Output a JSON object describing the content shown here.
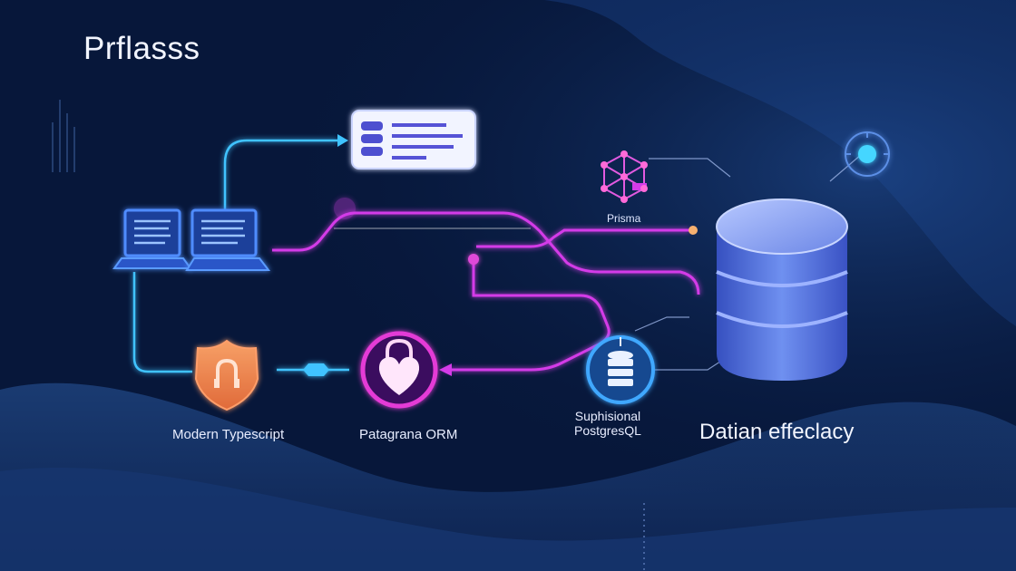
{
  "title": "Prflasss",
  "labels": {
    "modern_typescript": "Modern Typescript",
    "patagrana_orm": "Patagrana ORM",
    "suphisional_line1": "Suphisional",
    "suphisional_line2": "PostgresQL",
    "datian": "Datian effeclacy",
    "prisma": "Prisma"
  },
  "icons": {
    "laptop_left": "laptop-icon",
    "laptop_right": "laptop-icon",
    "server_card": "database-card-icon",
    "shield": "shield-lock-icon",
    "heart_lock": "heart-lock-icon",
    "prisma_hex": "prisma-hex-icon",
    "small_db": "database-icon",
    "large_db": "database-cylinder-icon",
    "target": "target-icon"
  },
  "colors": {
    "background": "#07173a",
    "cyan_line": "#3fc3ff",
    "magenta_line": "#d43be8",
    "db_blue": "#4a6bd8",
    "shield_orange": "#f08a4a"
  }
}
